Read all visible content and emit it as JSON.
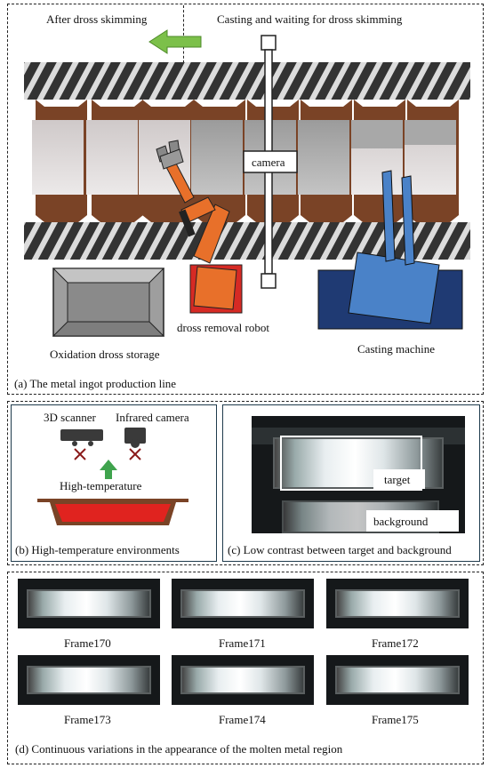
{
  "panel_a": {
    "left_label": "After dross skimming",
    "right_label": "Casting and waiting for dross skimming",
    "camera_label": "camera",
    "robot_label": "dross removal robot",
    "storage_label": "Oxidation dross storage",
    "machine_label": "Casting machine",
    "caption": "(a) The metal ingot production line",
    "colors": {
      "mold": "#7a4326",
      "robot": "#e8702a",
      "machine": "#1f3a73",
      "machine_light": "#4a82c8",
      "arrow": "#7cc04a"
    }
  },
  "panel_b": {
    "scanner_label": "3D scanner",
    "infrared_label": "Infrared camera",
    "temp_label": "High-temperature",
    "caption": "(b) High-temperature environments"
  },
  "panel_c": {
    "target_label": "target",
    "background_label": "background",
    "caption": "(c) Low contrast between target and background"
  },
  "panel_d": {
    "frames": [
      "Frame170",
      "Frame171",
      "Frame172",
      "Frame173",
      "Frame174",
      "Frame175"
    ],
    "caption": "(d) Continuous variations in the appearance of the molten metal region"
  }
}
